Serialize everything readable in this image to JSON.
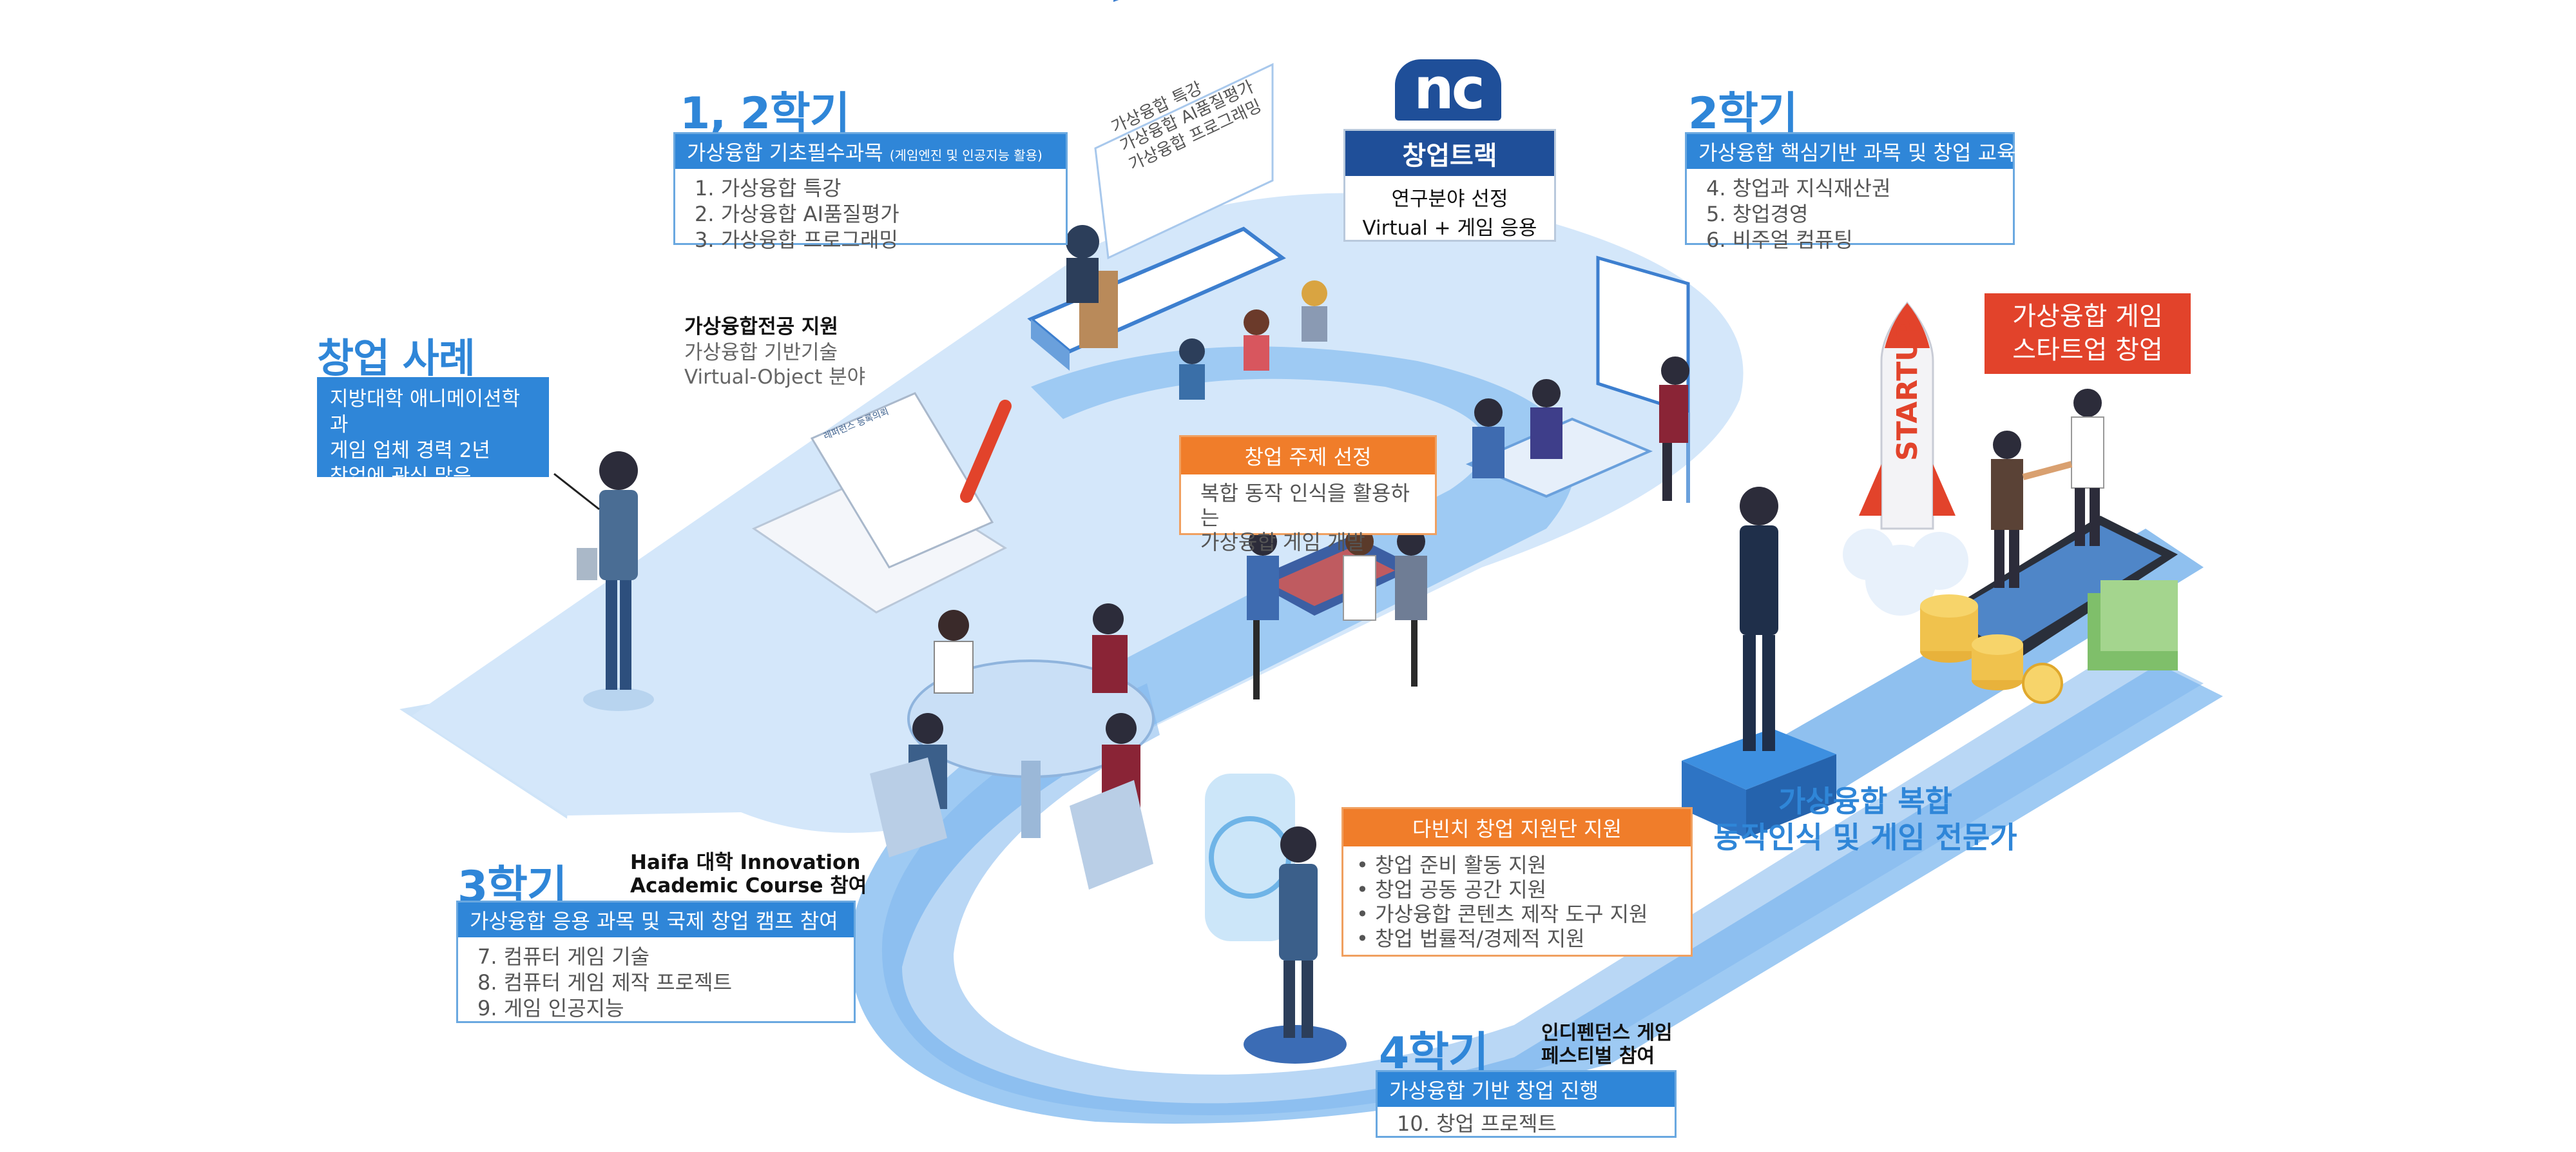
{
  "semesters": {
    "s12": {
      "title": "1, 2학기",
      "header": "가상융합 기초필수과목",
      "header_note": "(게임엔진 및 인공지능 활용)",
      "items": [
        "1. 가상융합 특강",
        "2. 가상융합 AI품질평가",
        "3. 가상융합 프로그래밍"
      ]
    },
    "s2": {
      "title": "2학기",
      "header": "가상융합 핵심기반 과목 및 창업 교육",
      "items": [
        "4. 창업과 지식재산권",
        "5. 창업경영",
        "6. 비주얼 컴퓨팅"
      ]
    },
    "s3": {
      "title": "3학기",
      "header": "가상융합 응용 과목 및 국제 창업 캠프 참여",
      "items": [
        "7. 컴퓨터 게임 기술",
        "8. 컴퓨터 게임 제작 프로젝트",
        "9. 게임 인공지능"
      ],
      "side_note": [
        "Haifa 대학 Innovation",
        "Academic Course 참여"
      ]
    },
    "s4": {
      "title": "4학기",
      "header": "가상융합 기반 창업 진행",
      "items": [
        "10. 창업 프로젝트"
      ],
      "side_note": [
        "인디펜던스 게임",
        "페스티벌 참여"
      ]
    }
  },
  "startup_track": {
    "logo": "nc",
    "title": "창업트랙",
    "lines": [
      "연구분야 선정",
      "Virtual + 게임 응용"
    ]
  },
  "case": {
    "title": "창업 사례",
    "lines": [
      "지방대학 애니메이션학과",
      "게임 업체 경력 2년",
      "창업에 관심 많음"
    ]
  },
  "major_support": {
    "title": "가상융합전공 지원",
    "lines": [
      "가상융합 기반기술",
      "Virtual-Object 분야"
    ]
  },
  "board_text": [
    "가상융합 특강",
    "가상융합 AI품질평가",
    "가상융합 프로그래밍"
  ],
  "paper_label": "레퍼런스 등록의뢰",
  "topic": {
    "header": "창업 주제 선정",
    "lines": [
      "복합 동작 인식을 활용하는",
      "가상융합 게임 개발"
    ]
  },
  "davinci": {
    "header": "다빈치 창업 지원단 지원",
    "items": [
      "• 창업 준비 활동 지원",
      "• 창업 공동 공간 지원",
      "• 가상융합 콘텐츠 제작 도구 지원",
      "• 창업 법률적/경제적 지원"
    ]
  },
  "goal": {
    "lines": [
      "가상융합 게임",
      "스타트업 창업"
    ]
  },
  "expert": {
    "lines": [
      "가상융합 복합",
      "동작인식 및 게임 전문가"
    ]
  },
  "rocket_text": "STARTUP",
  "colors": {
    "blue": "#2f86d8",
    "dark_blue": "#1f4f99",
    "orange": "#f07d2a",
    "red": "#e2432b",
    "path_light": "#cfe4f8",
    "path_mid": "#8fc0ef"
  }
}
